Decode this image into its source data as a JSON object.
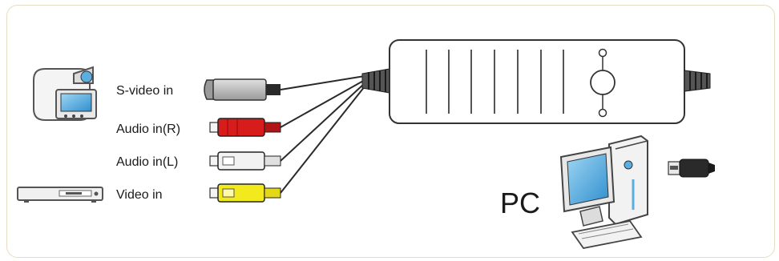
{
  "labels": {
    "svideo": "S-video in",
    "audio_r": "Audio in(R)",
    "audio_l": "Audio in(L)",
    "video": "Video in",
    "pc": "PC"
  },
  "colors": {
    "frame_border": "#e6dcc4",
    "svideo_plug": "#b8b8b8",
    "audio_r_plug": "#d81c1c",
    "audio_l_plug": "#f2f2f2",
    "video_plug": "#f2ea1c",
    "device_body": "#ffffff",
    "cable": "#2a2a2a",
    "screen": "#4fa8d8"
  }
}
